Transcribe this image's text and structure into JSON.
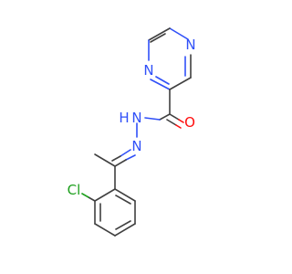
{
  "molecule": {
    "atom_labels": {
      "n1": "N",
      "n2": "N",
      "nh": "N",
      "h": "H",
      "n_imine": "N",
      "o": "O",
      "cl": "Cl"
    },
    "colors": {
      "carbon_bond": "#404040",
      "nitrogen": "#3050f8",
      "oxygen": "#ff0d0d",
      "chlorine": "#1fa01f"
    }
  }
}
